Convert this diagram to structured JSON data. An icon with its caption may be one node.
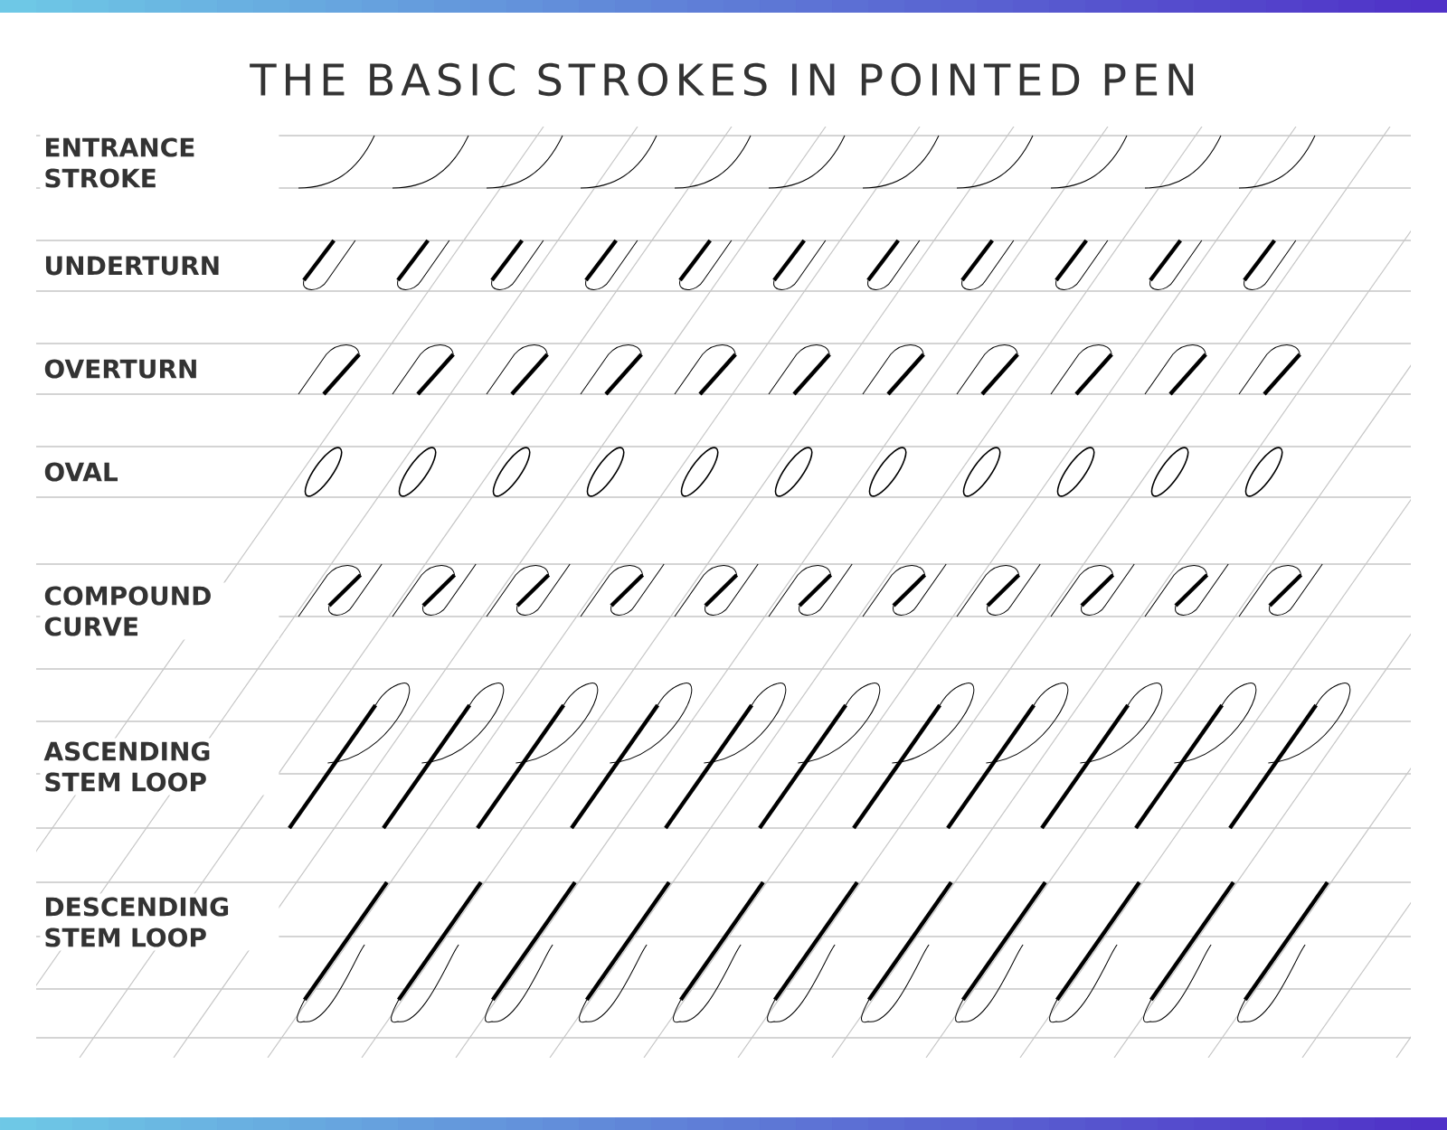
{
  "diagram": {
    "title": "THE BASIC STROKES IN POINTED PEN",
    "labels": [
      "ENTRANCE STROKE",
      "UNDERTURN",
      "OVERTURN",
      "OVAL",
      "COMPOUND CURVE",
      "ASCENDING STEM LOOP",
      "DESCENDING STEM LOOP"
    ]
  }
}
